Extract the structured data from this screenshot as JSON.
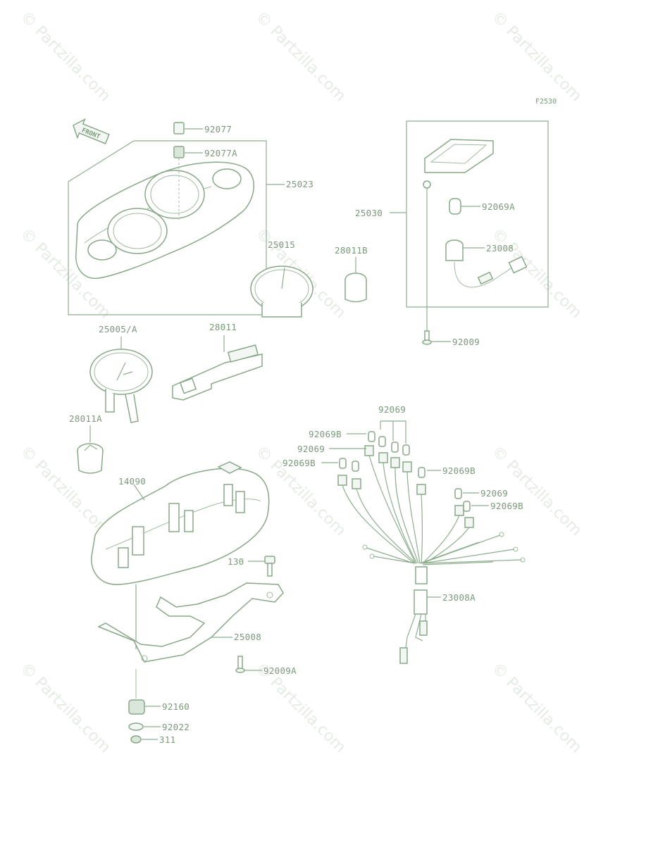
{
  "diagram_code": "F2530",
  "watermark": "© Partzilla.com",
  "front_label": "FRONT",
  "part_labels": {
    "p92077": "92077",
    "p92077A": "92077A",
    "p25023": "25023",
    "p25015": "25015",
    "p28011B": "28011B",
    "p25030": "25030",
    "p92069A": "92069A",
    "p23008": "23008",
    "p92009": "92009",
    "p25005A": "25005/A",
    "p28011": "28011",
    "p28011A": "28011A",
    "p92069_top": "92069",
    "p92069B_1": "92069B",
    "p92069_2": "92069",
    "p92069B_2": "92069B",
    "p92069B_3": "92069B",
    "p92069_3": "92069",
    "p92069B_4": "92069B",
    "p14090": "14090",
    "p130": "130",
    "p23008A": "23008A",
    "p25008": "25008",
    "p92009A": "92009A",
    "p92160": "92160",
    "p92022": "92022",
    "p311": "311"
  },
  "colors": {
    "line": "#8fae8f",
    "label": "#7a9a7a",
    "watermark": "#e4ece4"
  }
}
